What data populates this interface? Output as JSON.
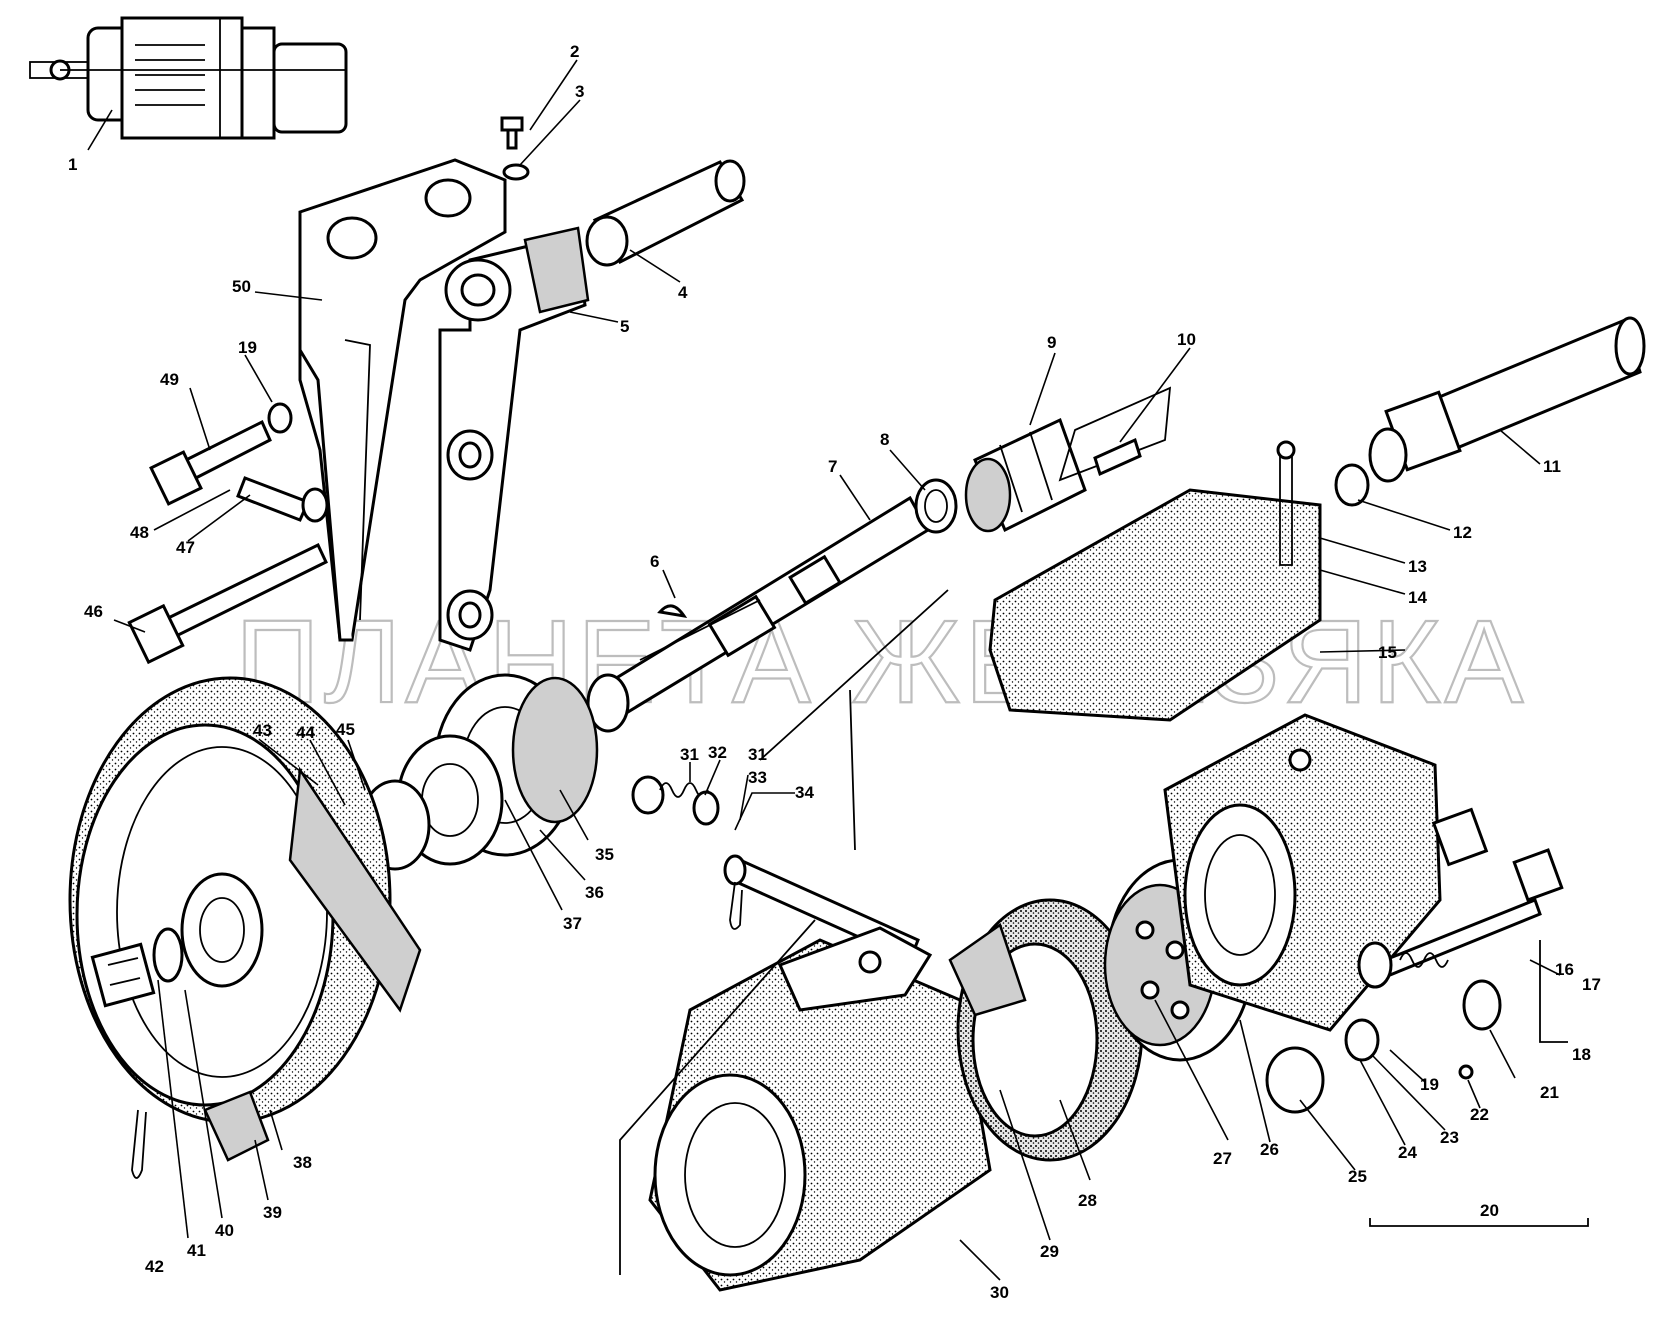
{
  "watermark": "ПЛАНЕТА ЖЕЛЕЗЯКА",
  "callouts": [
    "1",
    "2",
    "3",
    "4",
    "5",
    "6",
    "7",
    "8",
    "9",
    "10",
    "11",
    "12",
    "13",
    "14",
    "15",
    "16",
    "17",
    "18",
    "19",
    "19",
    "20",
    "21",
    "22",
    "23",
    "24",
    "25",
    "26",
    "27",
    "28",
    "29",
    "30",
    "31",
    "31",
    "32",
    "33",
    "34",
    "35",
    "36",
    "37",
    "38",
    "39",
    "40",
    "41",
    "42",
    "43",
    "44",
    "45",
    "46",
    "47",
    "48",
    "49",
    "50"
  ]
}
